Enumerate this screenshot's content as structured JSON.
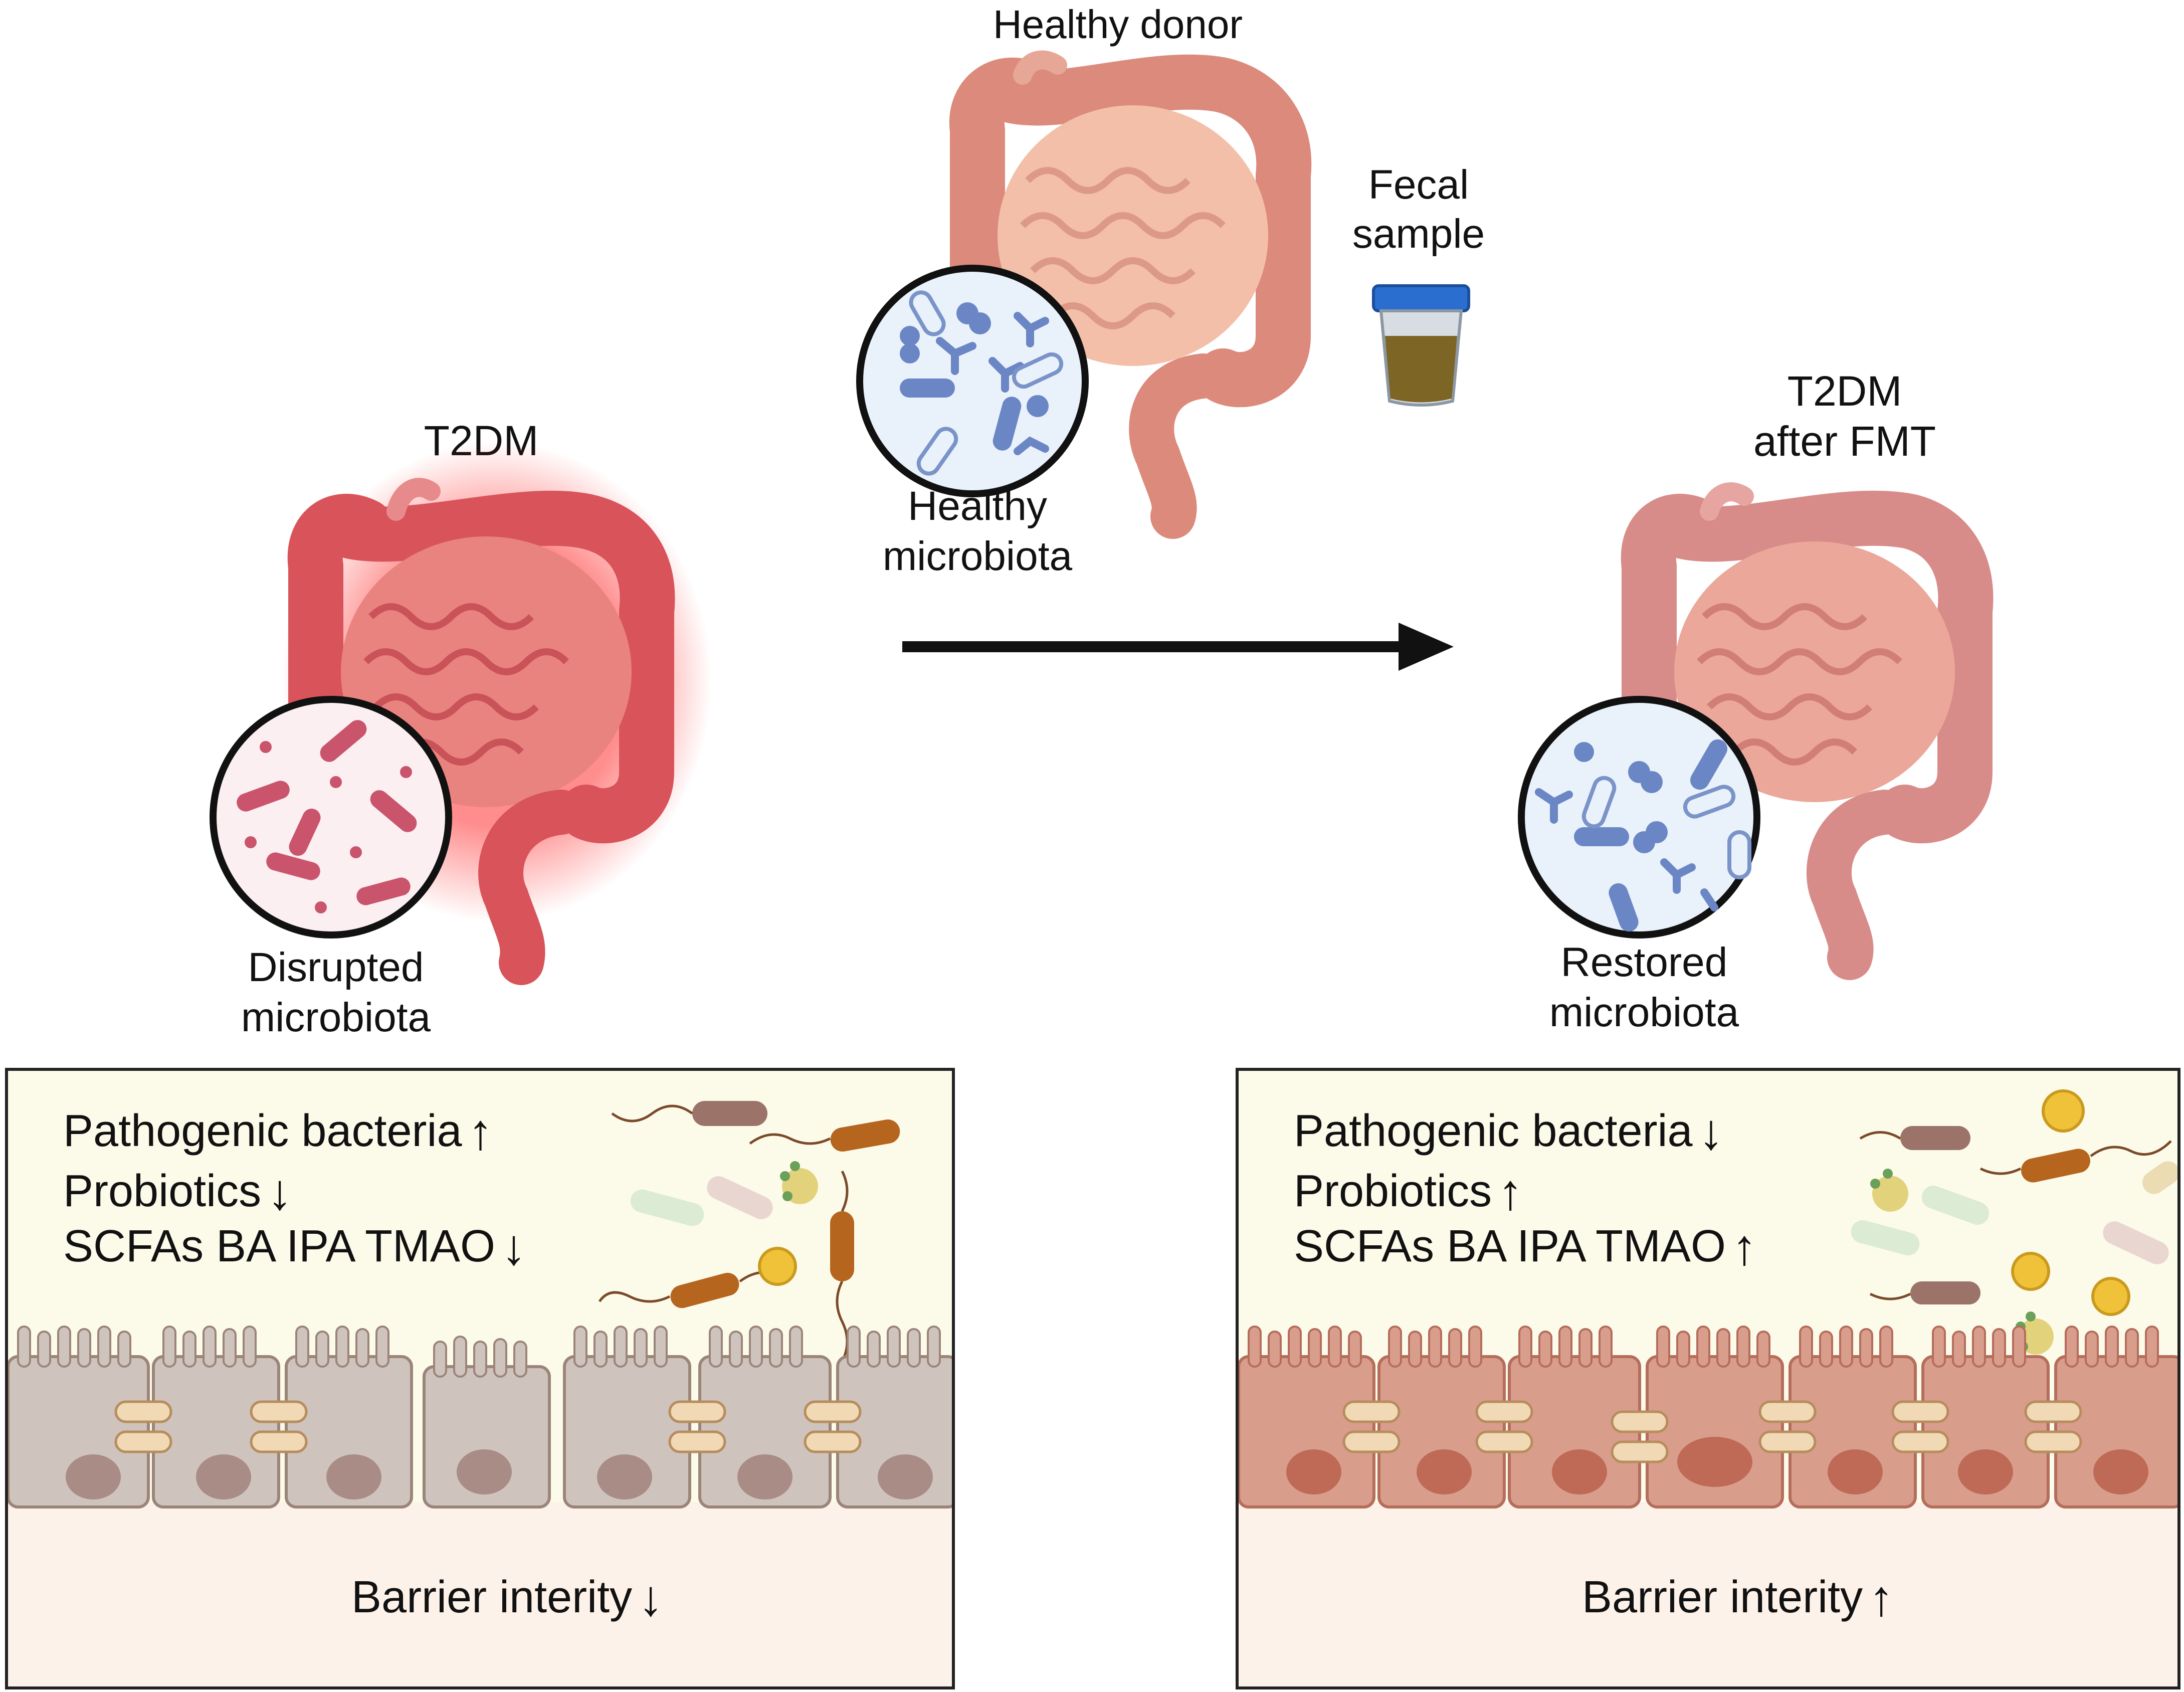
{
  "donor": {
    "title": "Healthy donor",
    "microbiota_label": [
      "Healthy",
      "microbiota"
    ],
    "sample_label": [
      "Fecal",
      "sample"
    ]
  },
  "t2dm": {
    "title": "T2DM",
    "microbiota_label": [
      "Disrupted",
      "microbiota"
    ],
    "panel": {
      "lines": [
        {
          "text": "Pathogenic bacteria",
          "arrow": "up"
        },
        {
          "text": "Probiotics",
          "arrow": "down"
        },
        {
          "text": "SCFAs BA IPA TMAO",
          "arrow": "down"
        }
      ],
      "barrier": {
        "text": "Barrier interity",
        "arrow": "down"
      }
    }
  },
  "after": {
    "title": [
      "T2DM",
      "after FMT"
    ],
    "microbiota_label": [
      "Restored",
      "microbiota"
    ],
    "panel": {
      "lines": [
        {
          "text": "Pathogenic bacteria",
          "arrow": "down"
        },
        {
          "text": "Probiotics",
          "arrow": "up"
        },
        {
          "text": "SCFAs BA IPA TMAO",
          "arrow": "up"
        }
      ],
      "barrier": {
        "text": "Barrier interity",
        "arrow": "up"
      }
    }
  },
  "icons": [
    "intestine-icon",
    "microbiota-magnifier-icon",
    "fecal-sample-cup-icon",
    "bacteria-icon",
    "epithelial-cell-icon",
    "tight-junction-icon"
  ],
  "colors": {
    "healthy_gut": "#e8a394",
    "inflamed_gut": "#d9545a",
    "restored_gut": "#d88c89",
    "healthy_microbe": "#6b86c4",
    "pathogen": "#c9546b",
    "panel_bg": "#fcfbea",
    "left_epithelium": "#cfc3bd",
    "right_epithelium": "#d99d8c",
    "stool": "#7d6526",
    "cup_lid": "#2a6fd0"
  }
}
